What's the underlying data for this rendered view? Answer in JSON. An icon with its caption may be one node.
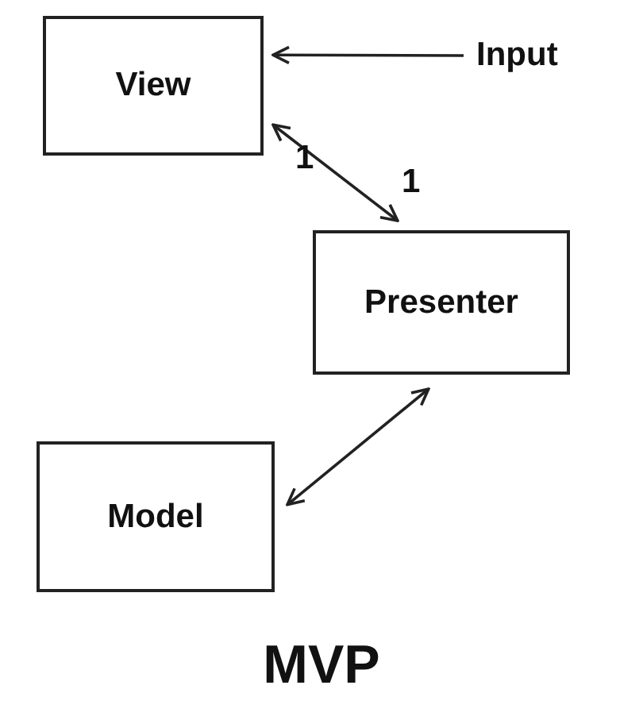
{
  "diagram": {
    "caption": "MVP",
    "nodes": [
      {
        "text": [
          "View"
        ]
      },
      {
        "text": [
          "Input"
        ]
      },
      {
        "text": [
          "Presenter"
        ]
      },
      {
        "text": [
          "Model"
        ]
      }
    ],
    "edges": [
      {
        "from": 1,
        "to": 0,
        "arrow": "to"
      },
      {
        "from": 0,
        "to": 2,
        "arrow": "both"
      },
      {
        "from": 3,
        "to": 2,
        "arrow": "both"
      }
    ],
    "labels": [
      "1",
      "1"
    ]
  }
}
